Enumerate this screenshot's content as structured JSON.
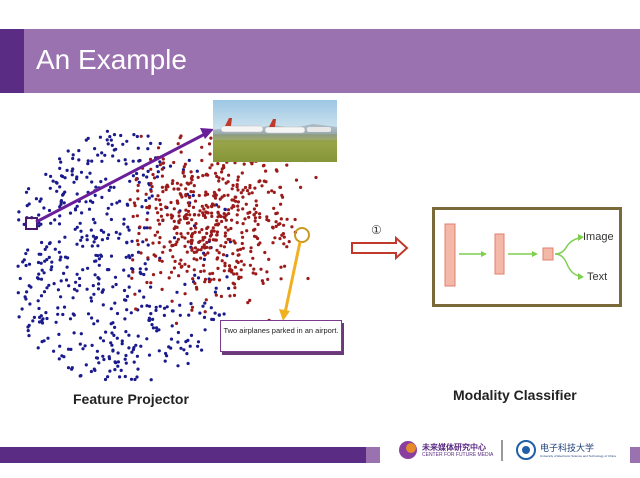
{
  "slide": {
    "title": "An Example"
  },
  "feature_projector": {
    "caption": "Feature Projector",
    "callout_text": "Two airplanes parked in an airport.",
    "colors": {
      "image_points": "#1a1a8c",
      "text_points": "#9b1a1a",
      "link_arrow": "#6a1f9a",
      "callout_arrow": "#f0b020"
    }
  },
  "step": {
    "label": "①"
  },
  "modality_classifier": {
    "caption": "Modality Classifier",
    "outputs": [
      "Image",
      "Text"
    ],
    "colors": {
      "layer_fill": "#f4b8a8",
      "layer_stroke": "#e08070",
      "arrow": "#7fcf4f",
      "frame": "#7a6a3a"
    }
  },
  "footer": {
    "logo1_cn": "未来媒体研究中心",
    "logo1_en": "CENTER FOR FUTURE MEDIA",
    "logo2_cn": "电子科技大学",
    "logo2_en": "University of Electronic Science and Technology of China"
  }
}
